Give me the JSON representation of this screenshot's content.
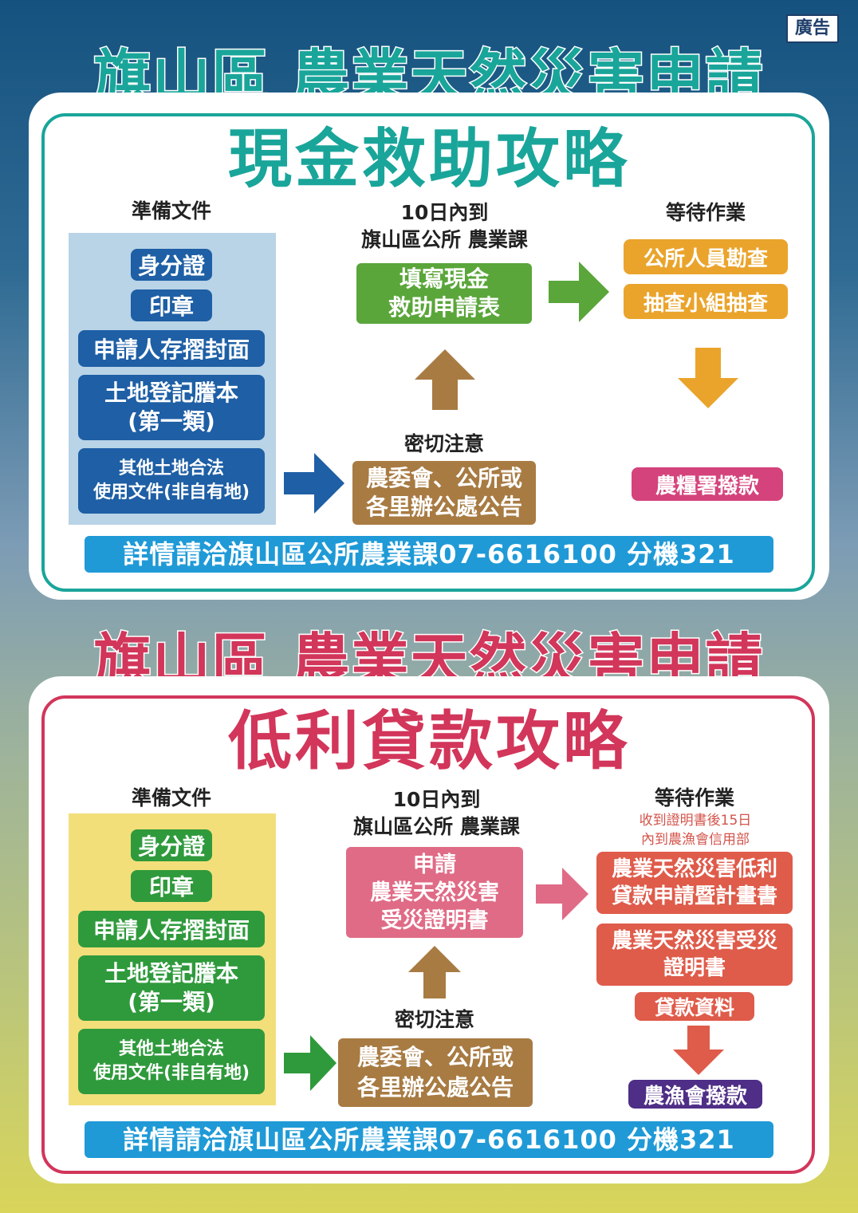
{
  "ad_label": "廣告",
  "sections": [
    {
      "title": "旗山區 農業天然災害申請",
      "subtitle": "現金救助攻略",
      "col1_header": "準備文件",
      "documents": [
        "身分證",
        "印章",
        "申請人存摺封面",
        "土地登記謄本",
        "(第一類)",
        "其他土地合法",
        "使用文件(非自有地)"
      ],
      "col2_header_line1": "10日內到",
      "col2_header_line2": "旗山區公所 農業課",
      "apply_box": [
        "填寫現金",
        "救助申請表"
      ],
      "notice_header": "密切注意",
      "notice_box": [
        "農委會、公所或",
        "各里辦公處公告"
      ],
      "col3_header": "等待作業",
      "wait_items": [
        "公所人員勘查",
        "抽查小組抽查"
      ],
      "final": "農糧署撥款",
      "contact": "詳情請洽旗山區公所農業課07-6616100 分機321"
    },
    {
      "title": "旗山區 農業天然災害申請",
      "subtitle": "低利貸款攻略",
      "col1_header": "準備文件",
      "documents": [
        "身分證",
        "印章",
        "申請人存摺封面",
        "土地登記謄本",
        "(第一類)",
        "其他土地合法",
        "使用文件(非自有地)"
      ],
      "col2_header_line1": "10日內到",
      "col2_header_line2": "旗山區公所 農業課",
      "apply_box": [
        "申請",
        "農業天然災害",
        "受災證明書"
      ],
      "notice_header": "密切注意",
      "notice_box": [
        "農委會、公所或",
        "各里辦公處公告"
      ],
      "col3_header": "等待作業",
      "col3_note_line1": "收到證明書後15日",
      "col3_note_line2": "內到農漁會信用部",
      "wait_items": [
        "農業天然災害低利",
        "貸款申請暨計畫書",
        "農業天然災害受災",
        "證明書",
        "貸款資料"
      ],
      "final": "農漁會撥款",
      "contact": "詳情請洽旗山區公所農業課07-6616100 分機321"
    }
  ],
  "colors": {
    "teal": "#1aa59a",
    "crimson": "#d2365a",
    "navy": "#1e5fa5",
    "green_doc": "#2f9a3c",
    "cash_green_box": "#5aa63a",
    "brown": "#a87b43",
    "orange": "#eaa42c",
    "pink_final": "#d4437c",
    "pink_box": "#e06b86",
    "salmon": "#df5b4a",
    "purple": "#4e2e86",
    "contact_blue": "#1f9ad7"
  }
}
